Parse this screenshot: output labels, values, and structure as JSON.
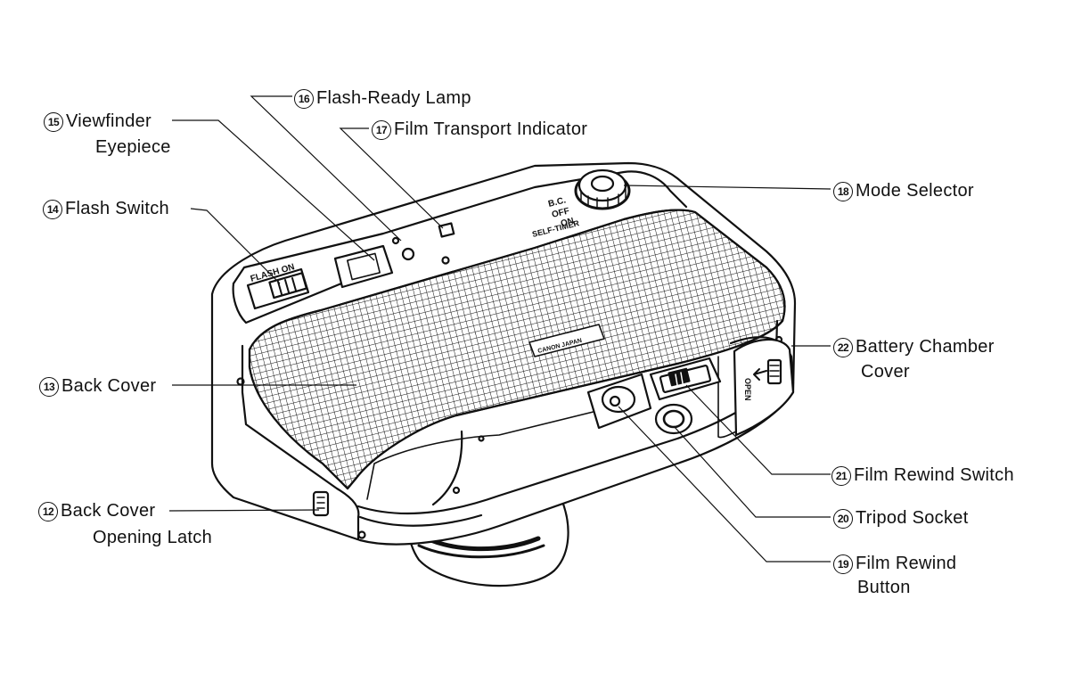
{
  "labels": {
    "l12": {
      "num": "12",
      "text": "Back Cover",
      "text2": "Opening Latch"
    },
    "l13": {
      "num": "13",
      "text": "Back Cover"
    },
    "l14": {
      "num": "14",
      "text": "Flash Switch"
    },
    "l15": {
      "num": "15",
      "text": "Viewfinder",
      "text2": "Eyepiece"
    },
    "l16": {
      "num": "16",
      "text": "Flash-Ready Lamp"
    },
    "l17": {
      "num": "17",
      "text": "Film Transport Indicator"
    },
    "l18": {
      "num": "18",
      "text": "Mode Selector"
    },
    "l19": {
      "num": "19",
      "text": "Film Rewind",
      "text2": "Button"
    },
    "l20": {
      "num": "20",
      "text": "Tripod Socket"
    },
    "l21": {
      "num": "21",
      "text": "Film Rewind Switch"
    },
    "l22": {
      "num": "22",
      "text": "Battery Chamber",
      "text2": "Cover"
    }
  },
  "body_text": {
    "flash_on": "FLASH ON",
    "bc": "B.C.",
    "off": "OFF",
    "on": "ON",
    "self_timer": "SELF-TIMER",
    "brand": "CANON JAPAN",
    "open": "OPEN"
  },
  "colors": {
    "ink": "#111111",
    "paper": "#ffffff"
  }
}
